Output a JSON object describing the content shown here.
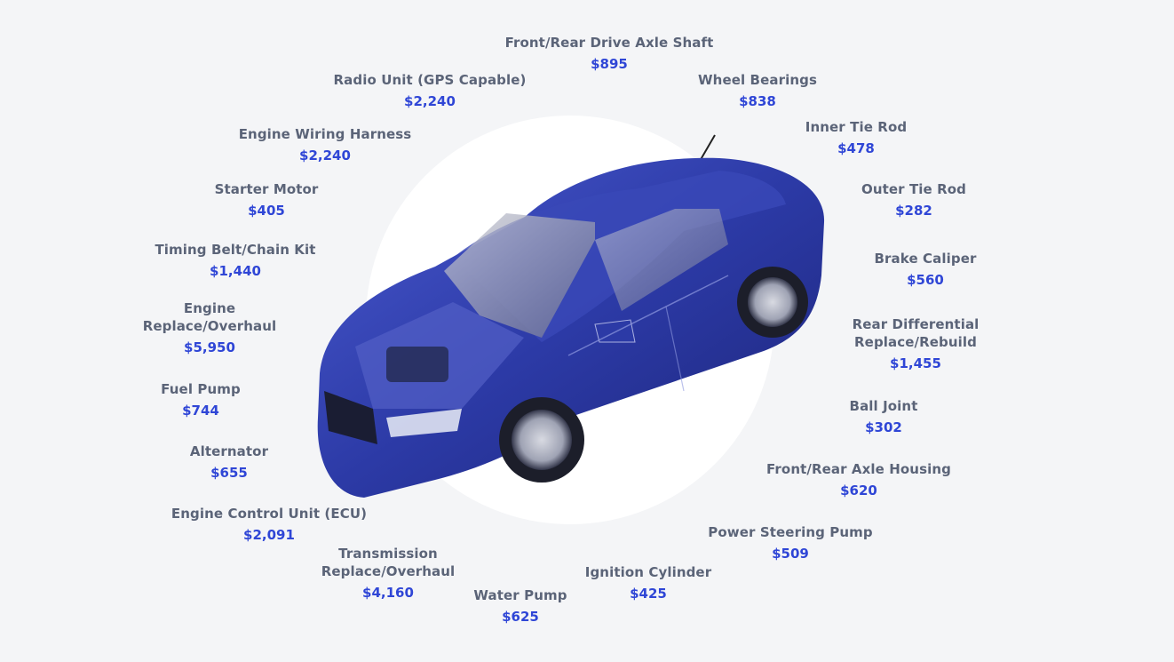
{
  "parts": [
    {
      "id": "front-rear-drive-axle-shaft",
      "lines": [
        "Front/Rear Drive Axle Shaft"
      ],
      "price": "$895"
    },
    {
      "id": "radio-unit",
      "lines": [
        "Radio Unit (GPS Capable)"
      ],
      "price": "$2,240"
    },
    {
      "id": "wheel-bearings",
      "lines": [
        "Wheel Bearings"
      ],
      "price": "$838"
    },
    {
      "id": "engine-wiring-harness",
      "lines": [
        "Engine Wiring Harness"
      ],
      "price": "$2,240"
    },
    {
      "id": "inner-tie-rod",
      "lines": [
        "Inner Tie Rod"
      ],
      "price": "$478"
    },
    {
      "id": "starter-motor",
      "lines": [
        "Starter Motor"
      ],
      "price": "$405"
    },
    {
      "id": "outer-tie-rod",
      "lines": [
        "Outer Tie Rod"
      ],
      "price": "$282"
    },
    {
      "id": "timing-belt-chain-kit",
      "lines": [
        "Timing Belt/Chain Kit"
      ],
      "price": "$1,440"
    },
    {
      "id": "brake-caliper",
      "lines": [
        "Brake Caliper"
      ],
      "price": "$560"
    },
    {
      "id": "engine-replace-overhaul",
      "lines": [
        "Engine",
        "Replace/Overhaul"
      ],
      "price": "$5,950"
    },
    {
      "id": "rear-differential",
      "lines": [
        "Rear Differential",
        "Replace/Rebuild"
      ],
      "price": "$1,455"
    },
    {
      "id": "fuel-pump",
      "lines": [
        "Fuel Pump"
      ],
      "price": "$744"
    },
    {
      "id": "ball-joint",
      "lines": [
        "Ball Joint"
      ],
      "price": "$302"
    },
    {
      "id": "alternator",
      "lines": [
        "Alternator"
      ],
      "price": "$655"
    },
    {
      "id": "front-rear-axle-housing",
      "lines": [
        "Front/Rear Axle Housing"
      ],
      "price": "$620"
    },
    {
      "id": "engine-control-unit",
      "lines": [
        "Engine Control Unit (ECU)"
      ],
      "price": "$2,091"
    },
    {
      "id": "power-steering-pump",
      "lines": [
        "Power Steering Pump"
      ],
      "price": "$509"
    },
    {
      "id": "transmission-replace-overhaul",
      "lines": [
        "Transmission",
        "Replace/Overhaul"
      ],
      "price": "$4,160"
    },
    {
      "id": "ignition-cylinder",
      "lines": [
        "Ignition Cylinder"
      ],
      "price": "$425"
    },
    {
      "id": "water-pump",
      "lines": [
        "Water Pump"
      ],
      "price": "$625"
    }
  ],
  "colors": {
    "label": "#5b6478",
    "price": "#2f46d6",
    "car_body": "#2a3aa8",
    "background": "#f4f5f7"
  }
}
